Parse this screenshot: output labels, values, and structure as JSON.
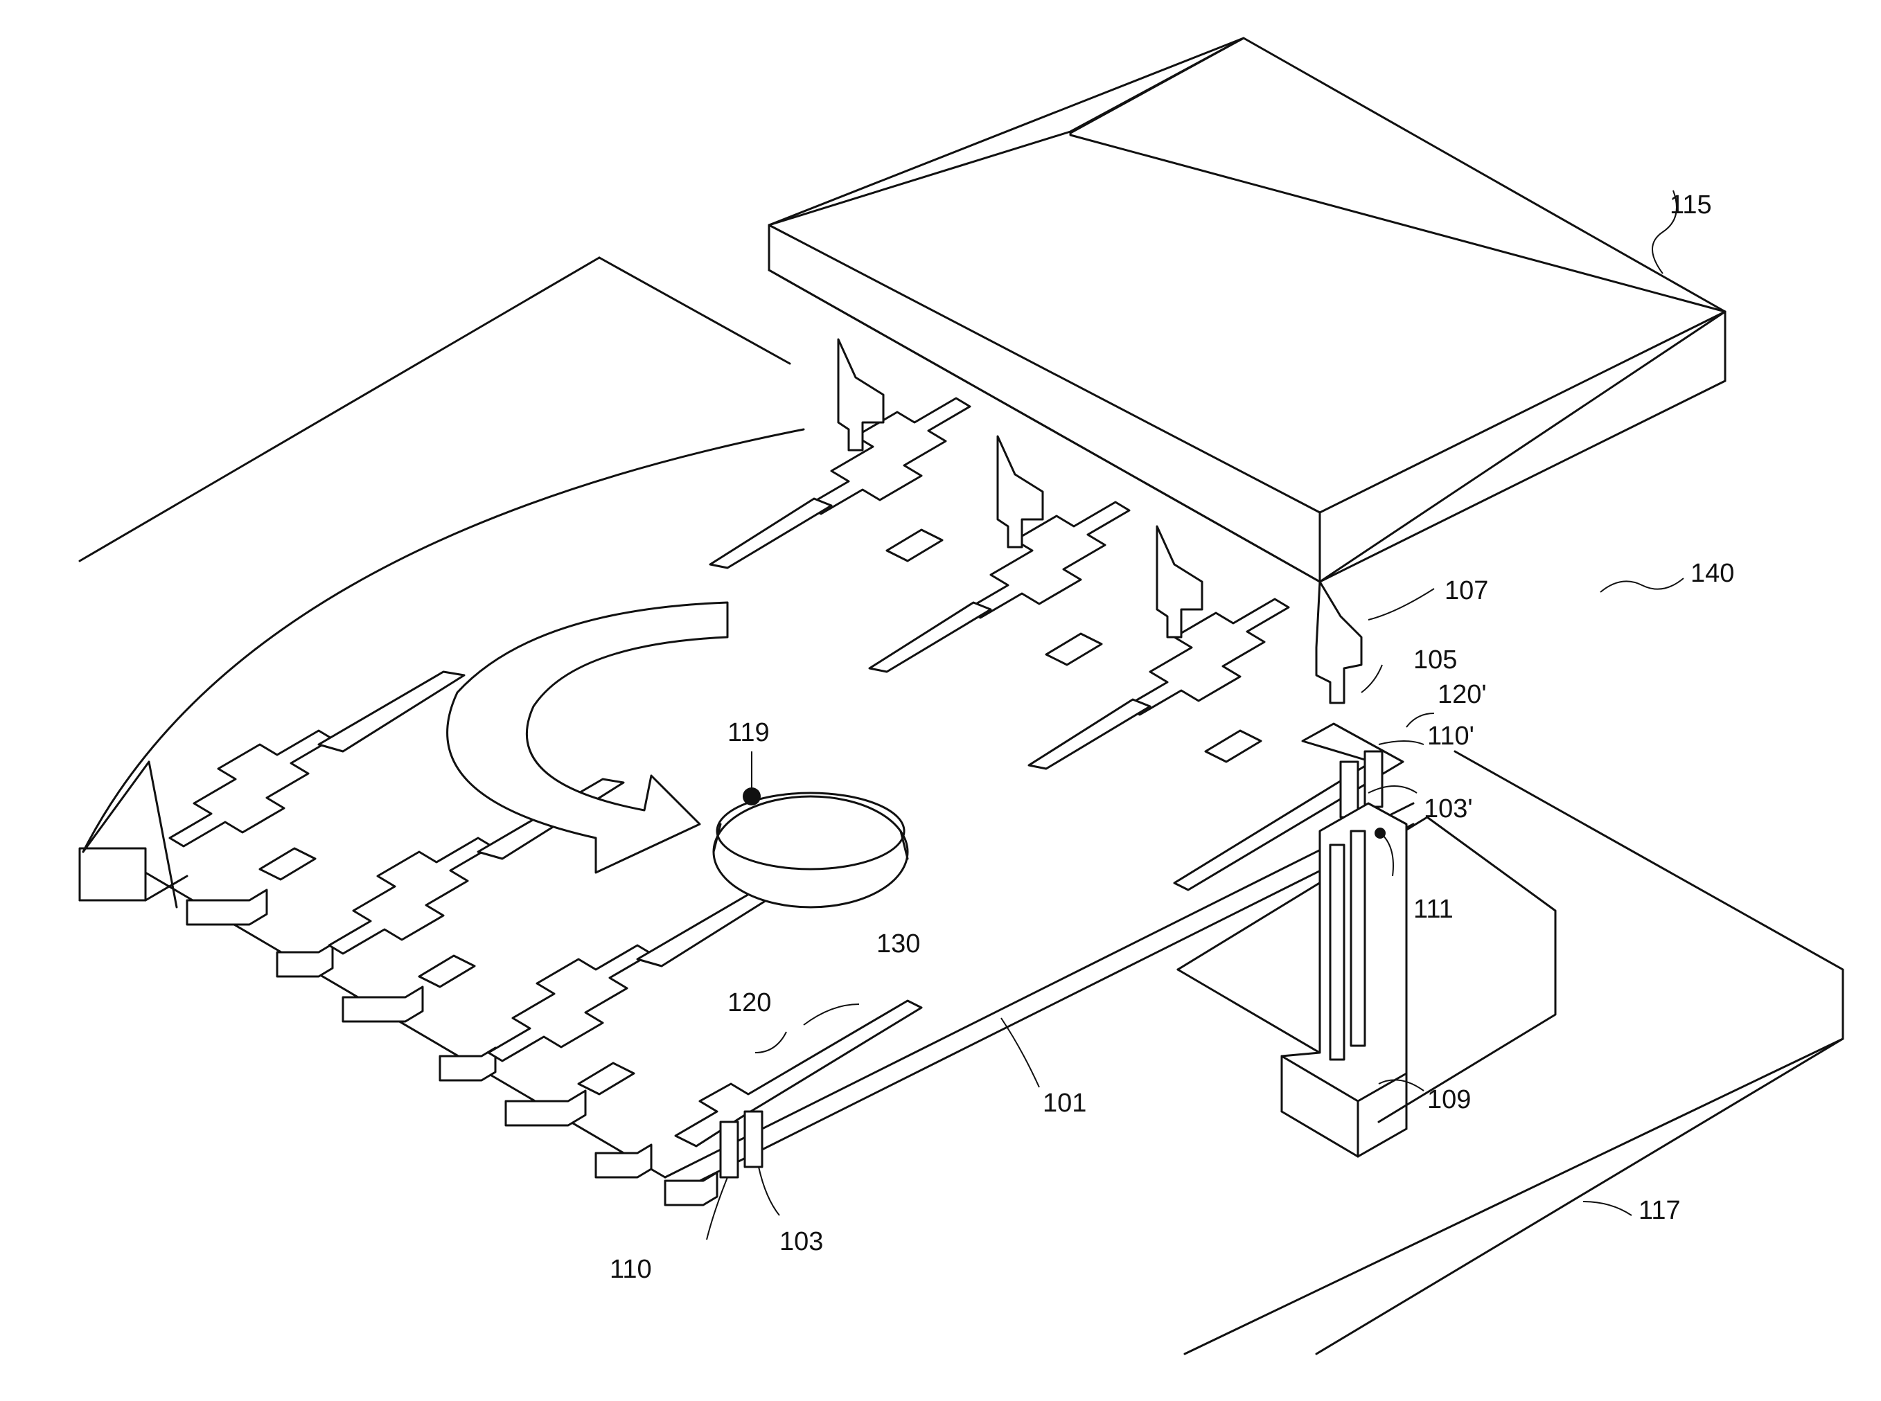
{
  "labels": {
    "l115": "115",
    "l140": "140",
    "l107": "107",
    "l105": "105",
    "l120p": "120'",
    "l110p": "110'",
    "l103p": "103'",
    "l111": "111",
    "l119": "119",
    "l130": "130",
    "l120": "120",
    "l101": "101",
    "l109": "109",
    "l117": "117",
    "l110": "110",
    "l103": "103"
  },
  "colors": {
    "line": "#111111",
    "background": "#ffffff"
  }
}
